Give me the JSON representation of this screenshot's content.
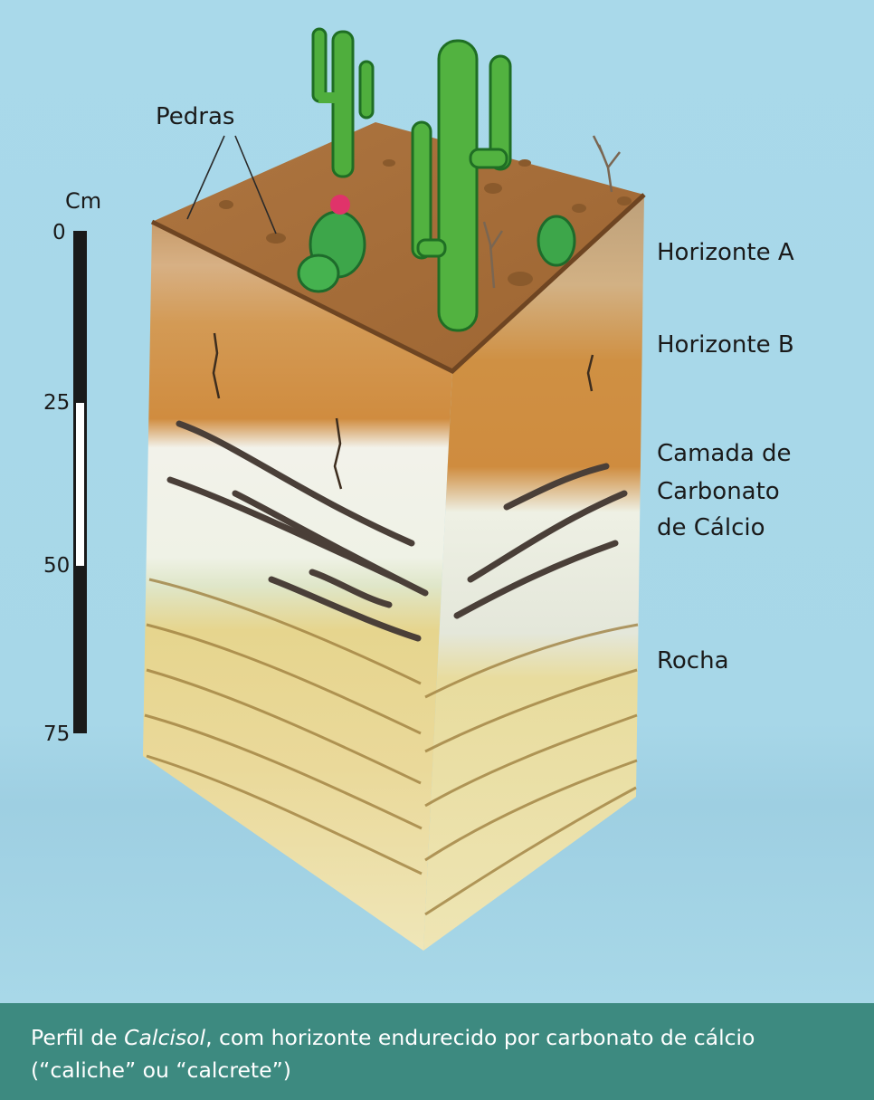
{
  "labels": {
    "stones": "Pedras",
    "horizon_a": "Horizonte A",
    "horizon_b": "Horizonte B",
    "calcium_layer": [
      "Camada de",
      "Carbonato",
      "de Cálcio"
    ],
    "rock": "Rocha"
  },
  "scale": {
    "unit": "Cm",
    "ticks": [
      "0",
      "25",
      "50",
      "75"
    ]
  },
  "caption": {
    "before": "Perfil de ",
    "italic": "Calcisol",
    "after": ", com horizonte endurecido por carbonato de cálcio (“caliche” ou “calcrete”)"
  },
  "colors": {
    "sky": "#a9d9ea",
    "caption_band": "#3d8a80",
    "topsoil": "#a9713a",
    "horizon_b": "#d49a55",
    "carbonate": "#f1f3ea",
    "rock": "#e6d99a",
    "cactus": "#4fae3d",
    "flower": "#e0336a"
  }
}
